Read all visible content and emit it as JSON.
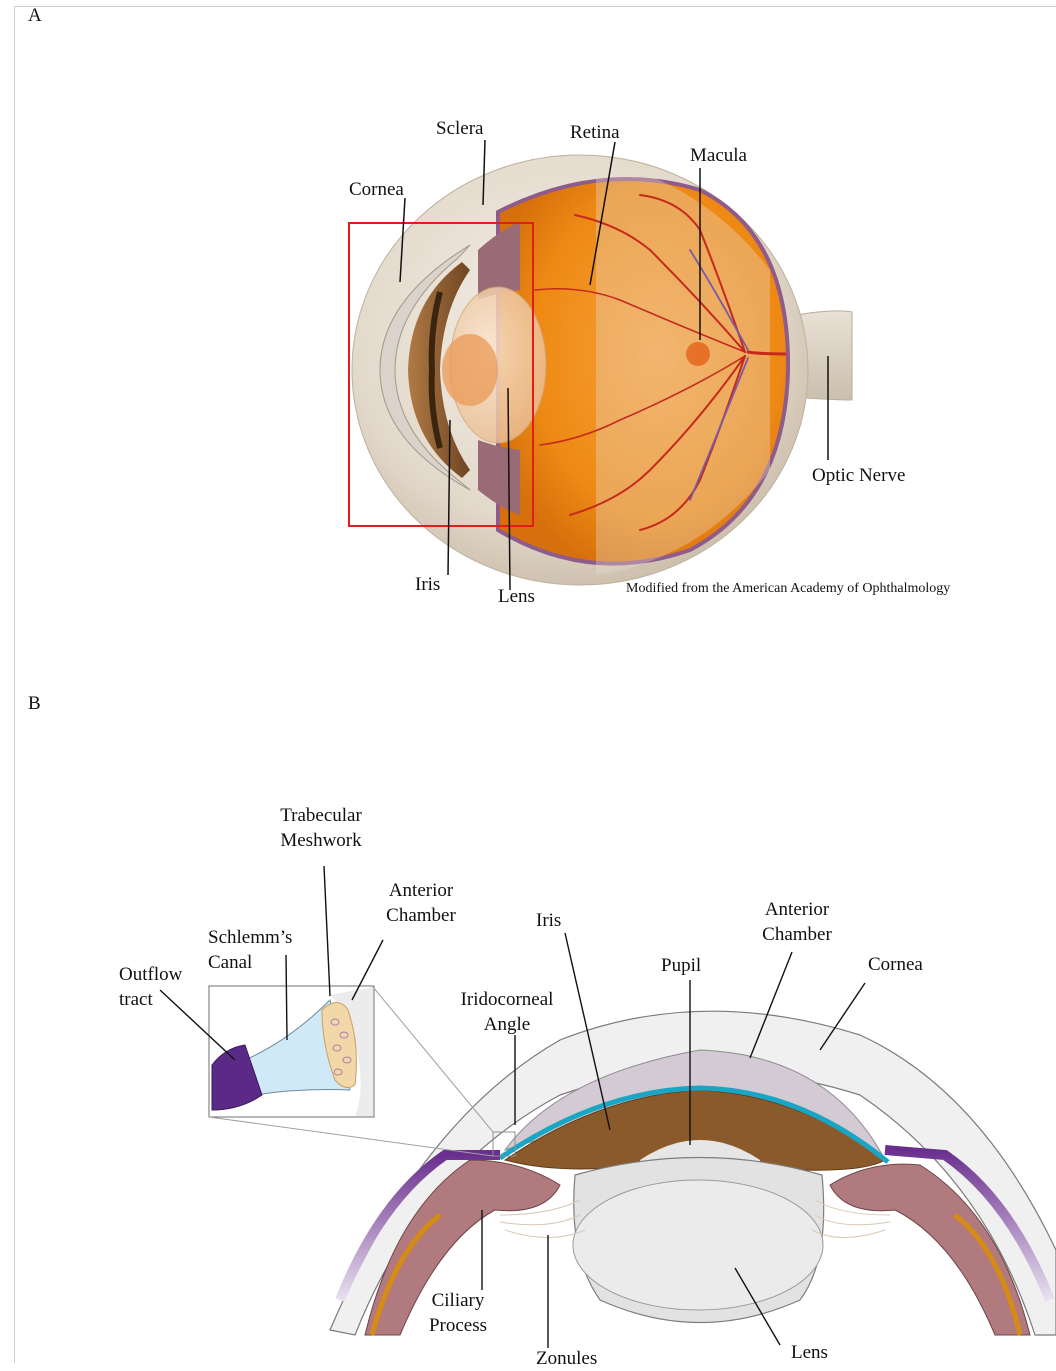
{
  "panelA": {
    "letter": "A",
    "labels": {
      "sclera": "Sclera",
      "retina": "Retina",
      "macula": "Macula",
      "cornea": "Cornea",
      "optic_nerve": "Optic Nerve",
      "iris": "Iris",
      "lens": "Lens"
    },
    "credit": "Modified from the American Academy of Ophthalmology",
    "highlight_color": "#e31d1d"
  },
  "panelB": {
    "letter": "B",
    "labels": {
      "trabecular_1": "Trabecular",
      "trabecular_2": "Meshwork",
      "anterior_chamber_inset_1": "Anterior",
      "anterior_chamber_inset_2": "Chamber",
      "schlemm_1": "Schlemm’s",
      "schlemm_2": "Canal",
      "outflow_1": "Outflow",
      "outflow_2": "tract",
      "iris": "Iris",
      "anterior_chamber_1": "Anterior",
      "anterior_chamber_2": "Chamber",
      "pupil": "Pupil",
      "cornea": "Cornea",
      "iridocorneal_1": "Iridocorneal",
      "iridocorneal_2": "Angle",
      "ciliary_1": "Ciliary",
      "ciliary_2": "Process",
      "zonules": "Zonules",
      "lens": "Lens"
    }
  }
}
